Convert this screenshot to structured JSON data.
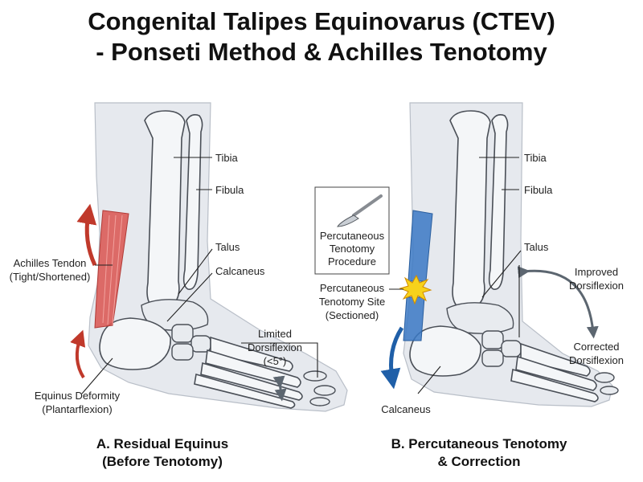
{
  "title": {
    "line1": "Congenital Talipes Equinovarus (CTEV)",
    "line2": "- Ponseti Method & Achilles Tenotomy"
  },
  "panel_a": {
    "tibia": "Tibia",
    "fibula": "Fibula",
    "talus": "Talus",
    "calcaneus": "Calcaneus",
    "achilles_line1": "Achilles Tendon",
    "achilles_line2": "(Tight/Shortened)",
    "equinus_line1": "Equinus Deformity",
    "equinus_line2": "(Plantarflexion)",
    "limited_line1": "Limited",
    "limited_line2": "Dorsiflexion",
    "limited_line3": "(<5°)",
    "caption_line1": "A. Residual Equinus",
    "caption_line2": "(Before Tenotomy)",
    "tendon_color": "#d9534f"
  },
  "panel_b": {
    "tibia": "Tibia",
    "fibula": "Fibula",
    "talus": "Talus",
    "calcaneus": "Calcaneus",
    "procedure_line1": "Percutaneous",
    "procedure_line2": "Tenotomy",
    "procedure_line3": "Procedure",
    "site_line1": "Percutaneous",
    "site_line2": "Tenotomy Site",
    "site_line3": "(Sectioned)",
    "improved_line1": "Improved",
    "improved_line2": "Dorsiflexion",
    "corrected_line1": "Corrected",
    "corrected_line2": "Dorsiflexion",
    "caption_line1": "B. Percutaneous Tenotomy",
    "caption_line2": "& Correction",
    "tendon_color": "#3a78c4",
    "scalpel_icon": "scalpel-icon",
    "cut_icon": "starburst-icon"
  }
}
